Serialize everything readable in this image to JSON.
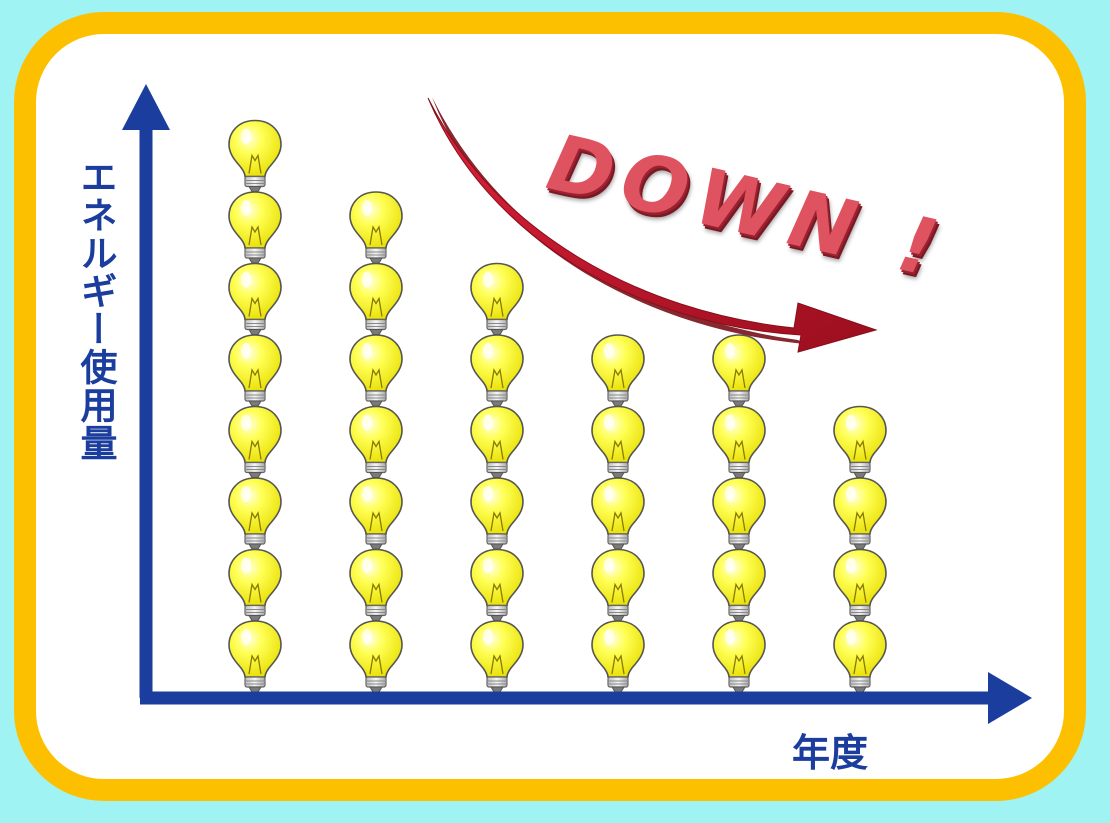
{
  "chart_data": {
    "type": "pictograph",
    "title": "",
    "ylabel": "エネルギー使用量",
    "xlabel": "年度",
    "annotation": "DOWN !",
    "categories": [
      "",
      "",
      "",
      "",
      "",
      ""
    ],
    "values": [
      8,
      7,
      6,
      5,
      5,
      4
    ],
    "icon": "light-bulb-icon",
    "ylim": [
      0,
      8
    ],
    "grid": false,
    "legend": "none"
  },
  "colors": {
    "background": "#9ff3f3",
    "card_border": "#fdc000",
    "card_fill": "#ffffff",
    "axis": "#1a3d9e",
    "label": "#1a3d9e",
    "arrow": "#c3172b",
    "down_text": "#df5260",
    "bulb": "#ffff3a"
  }
}
